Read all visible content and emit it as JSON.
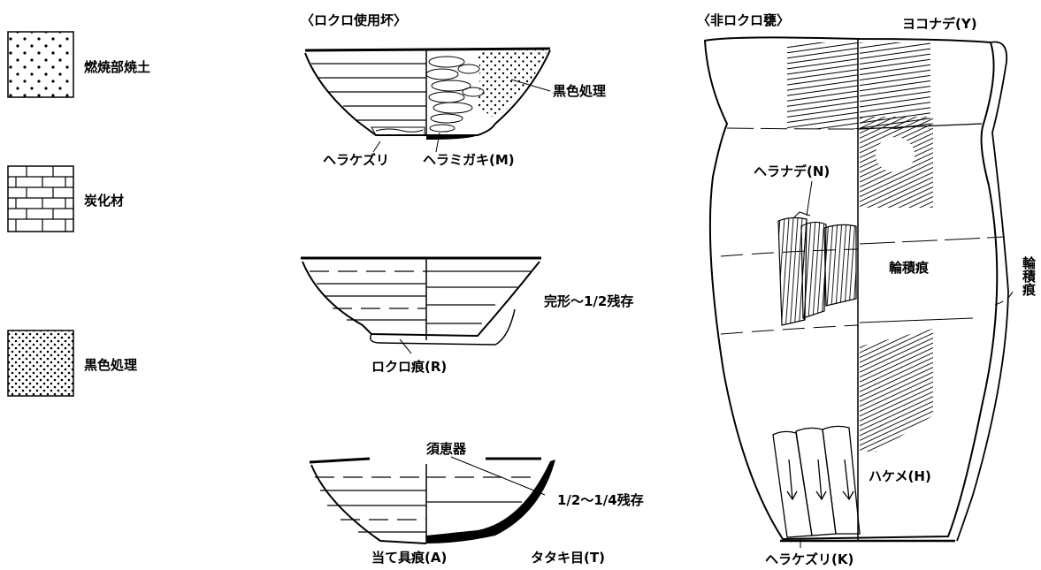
{
  "legend": {
    "burnt_soil": "燃焼部焼土",
    "charcoal": "炭化材",
    "black_treatment": "黒色処理"
  },
  "rokuro_cup": {
    "title": "〈ロクロ使用坏〉",
    "black_treatment_label": "黒色処理",
    "herakezuri_label": "ヘラケズリ",
    "heramigaki_label": "ヘラミガキ(M)",
    "preservation_label": "完形～1/2残存",
    "rokuro_mark_label": "ロクロ痕(R)"
  },
  "sueki": {
    "title": "須恵器",
    "preservation_label": "1/2～1/4残存",
    "tool_mark_label": "当て具痕(A)",
    "tataki_label": "タタキ目(T)"
  },
  "jar": {
    "title": "〈非ロクロ甕〉",
    "yokonade_label": "ヨコナデ(Y)",
    "heranade_label": "ヘラナデ(N)",
    "coil_mark_label": "輪積痕",
    "coil_mark_side_label": "輪積痕",
    "hakeme_label": "ハケメ(H)",
    "herakezuri_label": "ヘラケズリ(K)"
  }
}
